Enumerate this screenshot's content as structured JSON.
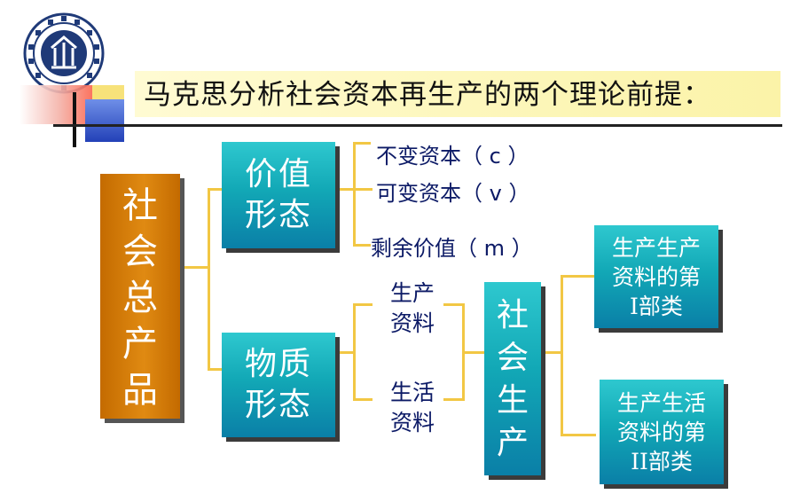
{
  "title": "马克思分析社会资本再生产的两个理论前提：",
  "colors": {
    "orange": "#e08a12",
    "cyan": "#12a8b6",
    "connector": "#f2c744",
    "label": "#0c1a66",
    "title_band": "#fbf3a8"
  },
  "total_product": [
    "社",
    "会",
    "总",
    "产",
    "品"
  ],
  "value_form": [
    "价值",
    "形态"
  ],
  "value_items": [
    "不变资本（ c ）",
    "可变资本（ v ）",
    "剩余价值（ m ）"
  ],
  "material_form": [
    "物质",
    "形态"
  ],
  "material_items": [
    [
      "生产",
      "资料"
    ],
    [
      "生活",
      "资料"
    ]
  ],
  "social_production": [
    "社",
    "会",
    "生",
    "产"
  ],
  "dept1": [
    "生产生产",
    "资料的第",
    "I部类"
  ],
  "dept2": [
    "生产生活",
    "资料的第",
    "II部类"
  ]
}
